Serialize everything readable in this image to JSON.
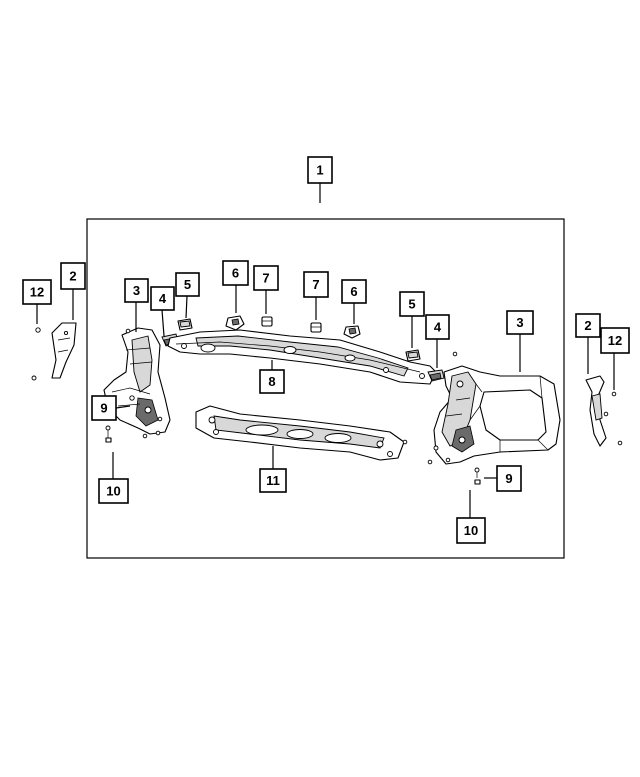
{
  "callouts": {
    "c1": "1",
    "c2_left": "2",
    "c2_right": "2",
    "c3_left": "3",
    "c3_right": "3",
    "c4_left": "4",
    "c4_right": "4",
    "c5_left": "5",
    "c5_right": "5",
    "c6_left": "6",
    "c6_right": "6",
    "c7_left": "7",
    "c7_right": "7",
    "c8": "8",
    "c9_left": "9",
    "c9_right": "9",
    "c10_left": "10",
    "c10_right": "10",
    "c11": "11",
    "c12_left": "12",
    "c12_right": "12"
  }
}
